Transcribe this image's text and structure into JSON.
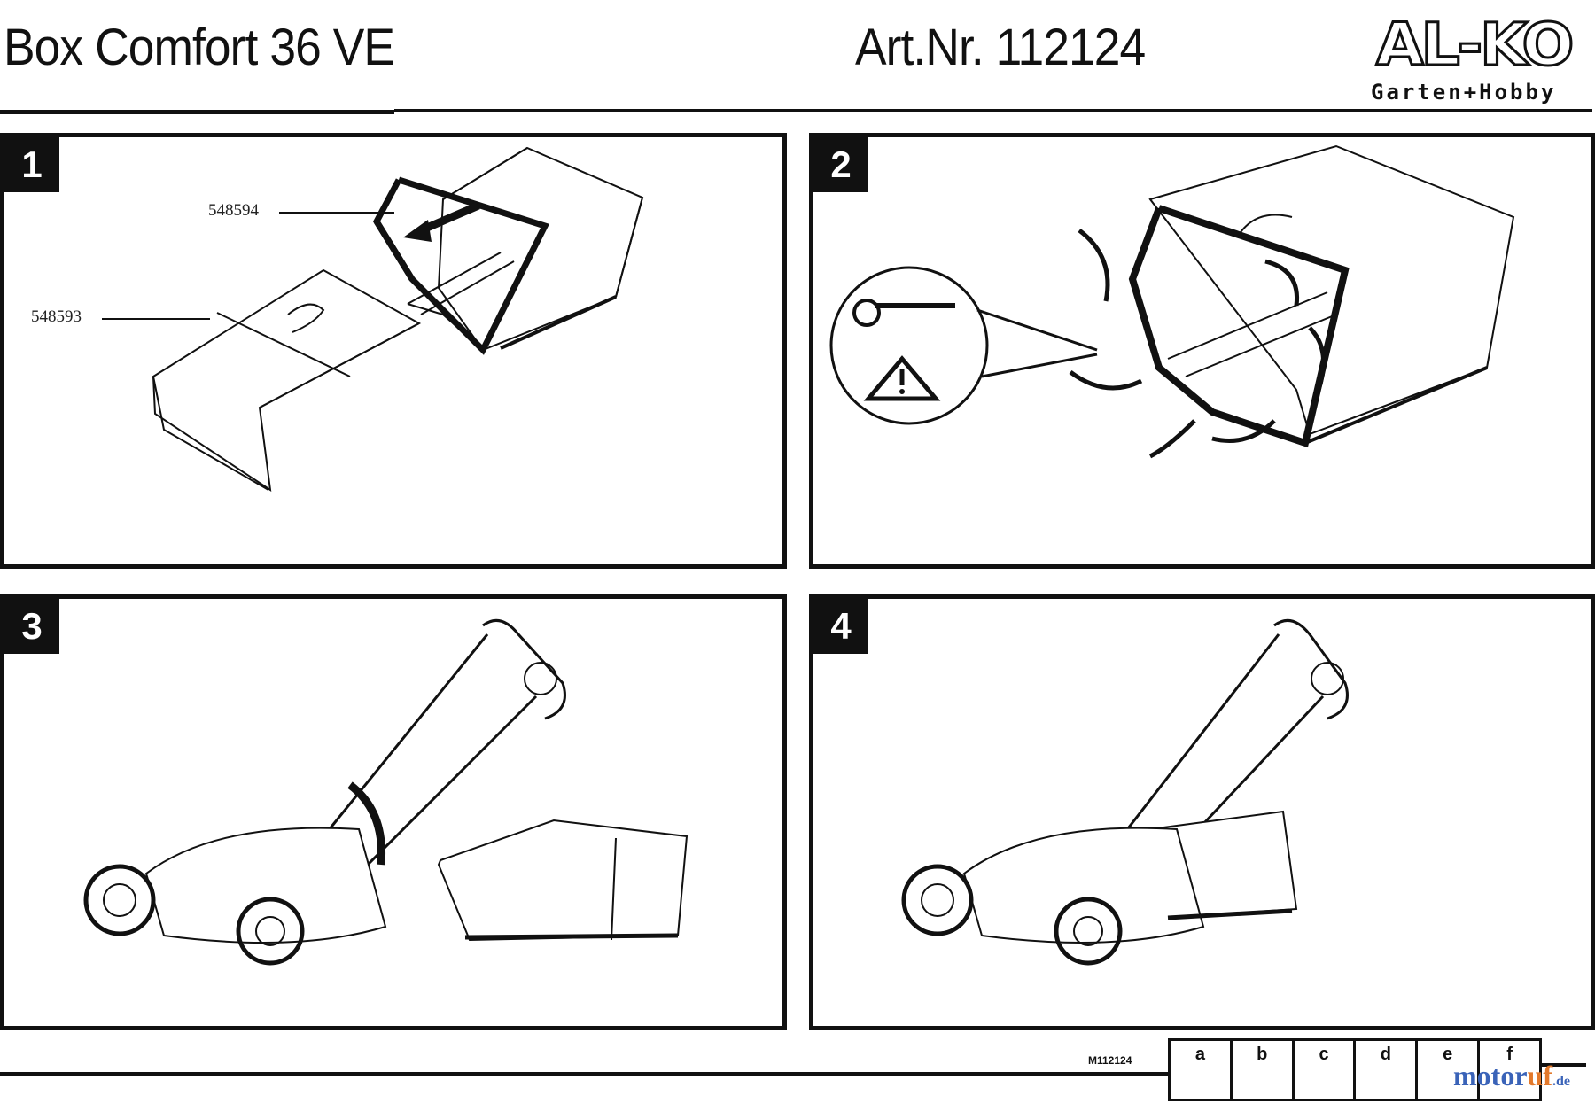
{
  "header": {
    "model": "Box Comfort 36 VE",
    "article": "Art.Nr. 112124",
    "logo_mark": "AL-KO",
    "logo_sub": "Garten+Hobby"
  },
  "panels": [
    {
      "number": "1",
      "parts": [
        "548594",
        "548593"
      ]
    },
    {
      "number": "2"
    },
    {
      "number": "3"
    },
    {
      "number": "4"
    }
  ],
  "footer": {
    "code": "M112124",
    "index_letters": [
      "a",
      "b",
      "c",
      "d",
      "e",
      "f"
    ],
    "watermark": {
      "part1": "motor",
      "part2": "uf",
      "part3": ".de"
    }
  }
}
